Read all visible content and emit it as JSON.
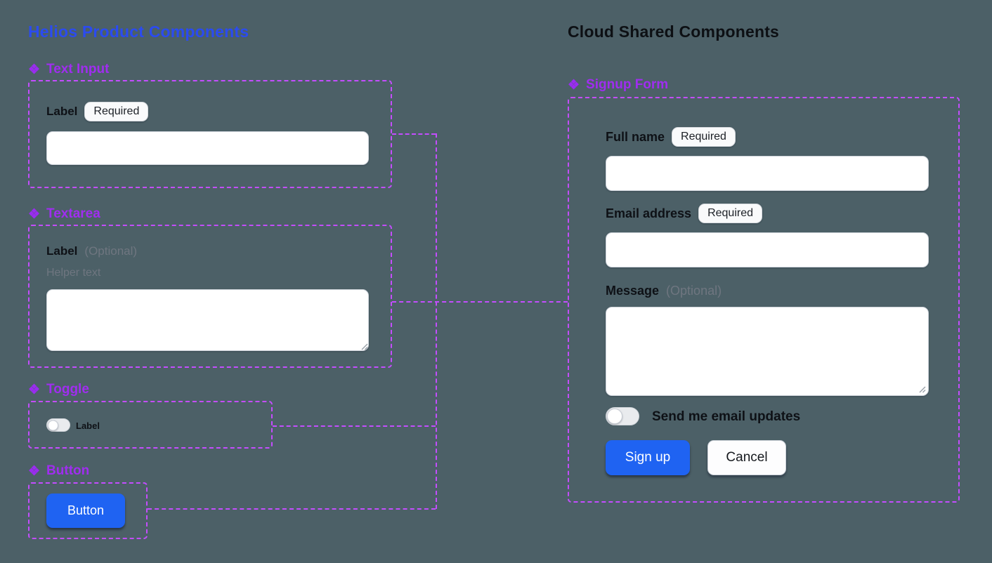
{
  "colors": {
    "canvas_background": "#4c6067",
    "left_title_blue": "#2b4bf0",
    "right_title_black": "#0d1014",
    "component_label_purple": "#a02df0",
    "frame_dash_purple": "#c44dff",
    "primary_button_blue": "#1f63f2",
    "badge_background": "#f9fafb",
    "input_background": "#ffffff"
  },
  "icons": {
    "component_icon": "❖"
  },
  "left_panel": {
    "title": "Helios Product Components",
    "components": {
      "text_input": {
        "header": "Text Input",
        "label": "Label",
        "badge": "Required",
        "input_value": ""
      },
      "textarea": {
        "header": "Textarea",
        "label": "Label",
        "optional": "(Optional)",
        "helper": "Helper text",
        "textarea_value": ""
      },
      "toggle": {
        "header": "Toggle",
        "label": "Label"
      },
      "button": {
        "header": "Button",
        "button_label": "Button"
      }
    }
  },
  "right_panel": {
    "title": "Cloud Shared Components",
    "signup_form": {
      "header": "Signup Form",
      "full_name": {
        "label": "Full name",
        "badge": "Required",
        "input_value": ""
      },
      "email": {
        "label": "Email address",
        "badge": "Required",
        "input_value": ""
      },
      "message": {
        "label": "Message",
        "optional": "(Optional)",
        "textarea_value": ""
      },
      "updates_toggle_label": "Send me email updates",
      "submit_label": "Sign up",
      "cancel_label": "Cancel"
    }
  }
}
